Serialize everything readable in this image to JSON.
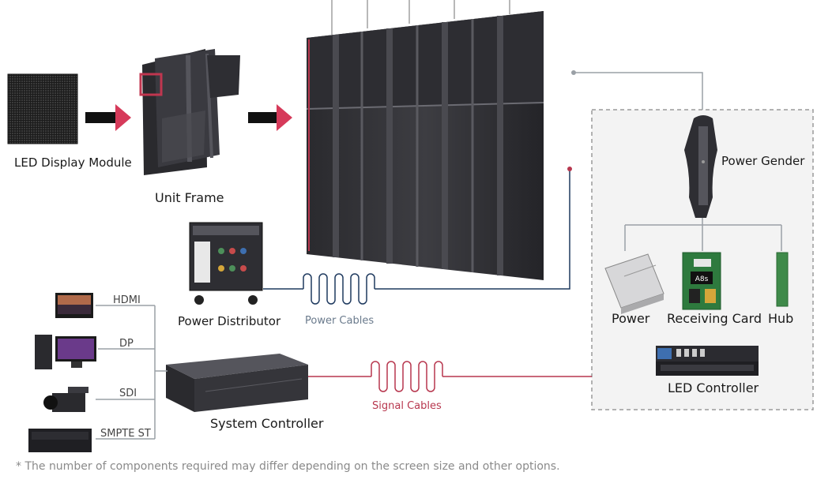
{
  "labels": {
    "led_module": "LED Display Module",
    "unit_frame": "Unit Frame",
    "power_distributor": "Power Distributor",
    "power_cables": "Power Cables",
    "power_gender": "Power Gender",
    "power": "Power",
    "receiving_card": "Receiving Card",
    "hub": "Hub",
    "led_controller": "LED Controller",
    "system_controller": "System Controller",
    "signal_cables": "Signal Cables",
    "receiving_card_tag": "A8s"
  },
  "inputs": [
    "HDMI",
    "DP",
    "SDI",
    "SMPTE ST"
  ],
  "footnote": "* The number of components required may differ depending on the screen size and other options.",
  "colors": {
    "signal": "#b7374e",
    "power_cable": "#1f3a5f",
    "connector": "#9aa0a6",
    "arrow": "#d63a5a",
    "panel": "#f3f3f3"
  }
}
